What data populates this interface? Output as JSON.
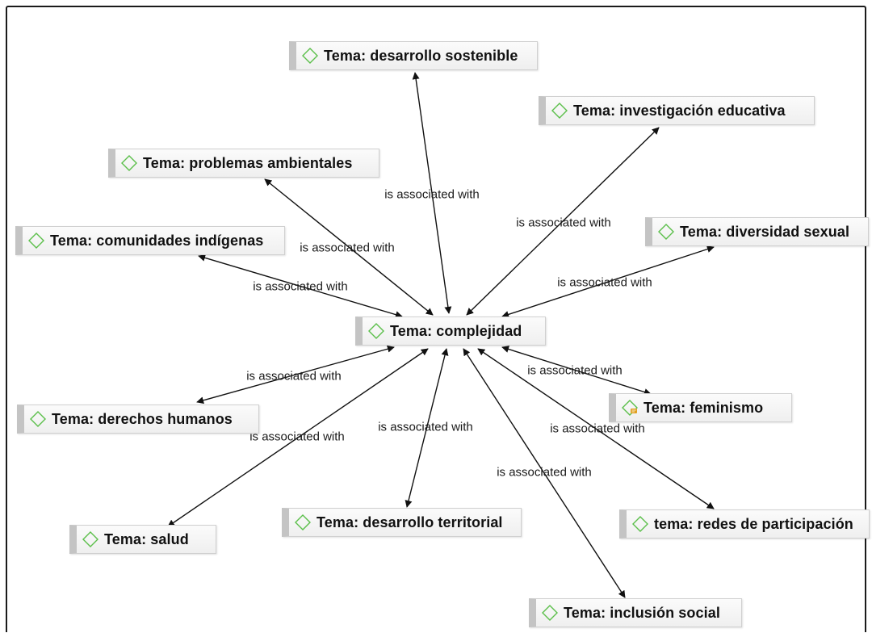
{
  "nodes": {
    "complejidad": "Tema: complejidad",
    "desarrollo_sostenible": "Tema: desarrollo sostenible",
    "investigacion_educativa": "Tema: investigación educativa",
    "problemas_ambientales": "Tema: problemas ambientales",
    "comunidades_indigenas": "Tema: comunidades indígenas",
    "diversidad_sexual": "Tema: diversidad sexual",
    "derechos_humanos": "Tema: derechos humanos",
    "feminismo": "Tema: feminismo",
    "salud": "Tema: salud",
    "desarrollo_territorial": "Tema: desarrollo territorial",
    "redes_participacion": "tema: redes de participación",
    "inclusion_social": "Tema: inclusión social"
  },
  "relation_label": "is associated with",
  "edges": [
    {
      "from": "complejidad",
      "to": "desarrollo_sostenible",
      "label": "is associated with"
    },
    {
      "from": "complejidad",
      "to": "investigacion_educativa",
      "label": "is associated with"
    },
    {
      "from": "complejidad",
      "to": "problemas_ambientales",
      "label": "is associated with"
    },
    {
      "from": "complejidad",
      "to": "comunidades_indigenas",
      "label": "is associated with"
    },
    {
      "from": "complejidad",
      "to": "diversidad_sexual",
      "label": "is associated with"
    },
    {
      "from": "complejidad",
      "to": "derechos_humanos",
      "label": "is associated with"
    },
    {
      "from": "complejidad",
      "to": "feminismo",
      "label": "is associated with"
    },
    {
      "from": "complejidad",
      "to": "salud",
      "label": "is associated with"
    },
    {
      "from": "complejidad",
      "to": "desarrollo_territorial",
      "label": "is associated with"
    },
    {
      "from": "complejidad",
      "to": "redes_participacion",
      "label": "is associated with"
    },
    {
      "from": "complejidad",
      "to": "inclusion_social",
      "label": "is associated with"
    }
  ],
  "icon": "code-diamond-icon",
  "colors": {
    "icon_stroke": "#5bbf4a",
    "memo_badge": "#e0a020"
  }
}
